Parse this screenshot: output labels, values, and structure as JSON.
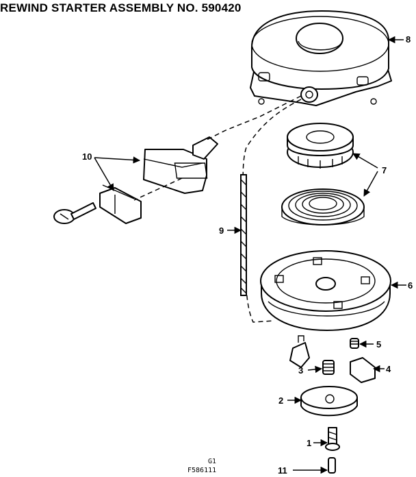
{
  "title": "REWIND STARTER ASSEMBLY NO. 590420",
  "figure_codes": {
    "line1": "G1",
    "line2": "F586111"
  },
  "callouts": {
    "c1": "1",
    "c2": "2",
    "c3": "3",
    "c4": "4",
    "c5": "5",
    "c6": "6",
    "c7": "7",
    "c8": "8",
    "c9": "9",
    "c10": "10",
    "c11": "11"
  },
  "colors": {
    "ink": "#000000",
    "paper": "#ffffff"
  }
}
